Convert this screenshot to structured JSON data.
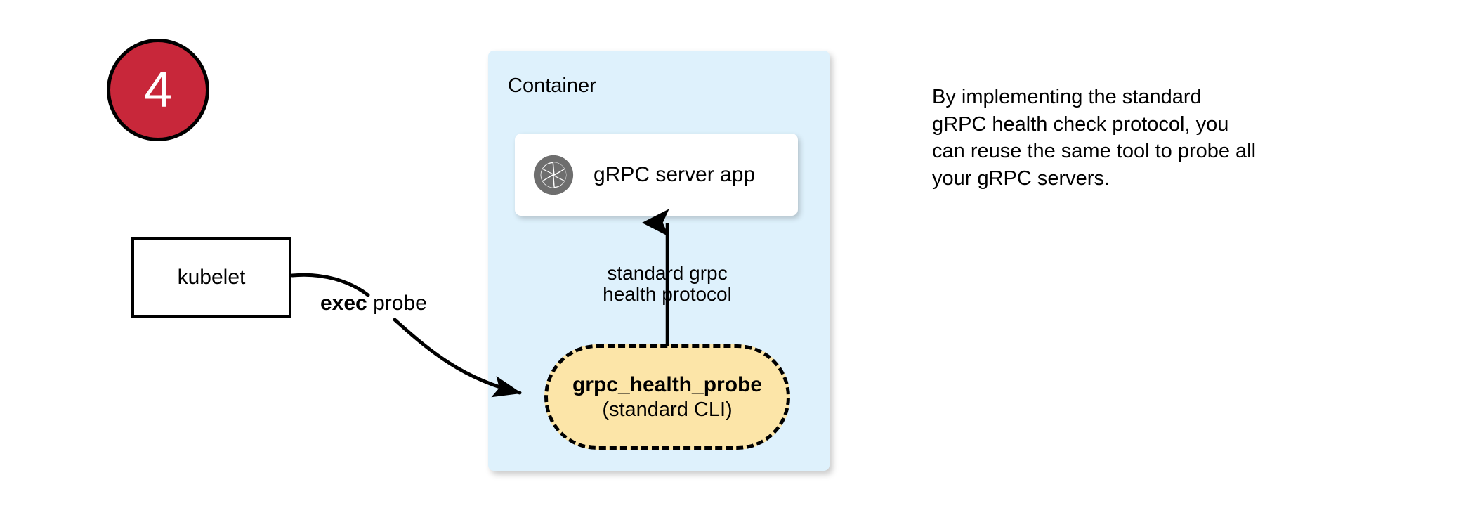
{
  "step": {
    "number": "4"
  },
  "container": {
    "label": "Container",
    "fill_color": "#DEF1FC"
  },
  "server_card": {
    "icon": "aperture-icon",
    "label": "gRPC server app",
    "icon_color": "#6E6E6E",
    "fill_color": "#FFFFFF"
  },
  "protocol_arrow": {
    "line1": "standard grpc",
    "line2": "health protocol",
    "direction": "up"
  },
  "probe": {
    "title": "grpc_health_probe",
    "subtitle": "(standard CLI)",
    "fill_color": "#FCE5A8",
    "border_style": "dashed"
  },
  "kubelet": {
    "label": "kubelet",
    "fill_color": "#FFFFFF",
    "border_color": "#000000"
  },
  "exec_arrow": {
    "keyword": "exec",
    "rest": " probe"
  },
  "annotation": {
    "line1": "By implementing the standard",
    "line2": "gRPC health check protocol, you",
    "line3": "can reuse the same tool to probe all",
    "line4": "your gRPC servers."
  },
  "badge_colors": {
    "fill": "#C8273A",
    "stroke": "#000000",
    "text": "#FFFFFF"
  }
}
